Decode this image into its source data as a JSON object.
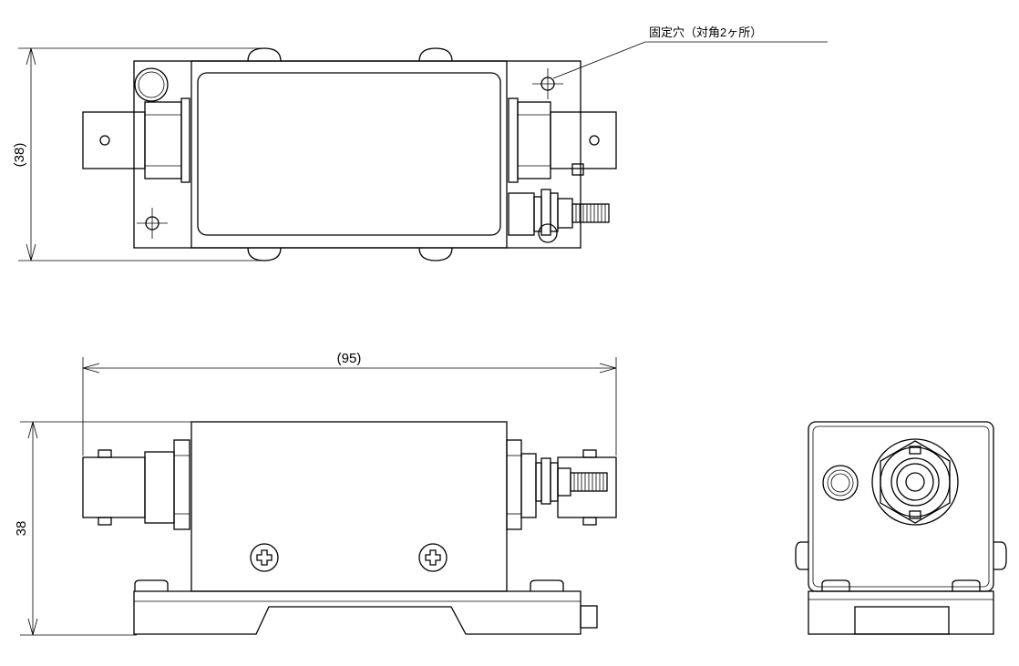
{
  "annotations": {
    "mounting_hole_note": "固定穴（対角2ヶ所）"
  },
  "dimensions": {
    "top_view_height": "(38)",
    "front_view_width": "(95)",
    "front_view_height": "38"
  },
  "colors": {
    "line": "#000000",
    "background": "#ffffff",
    "hidden_line": "#999999"
  }
}
